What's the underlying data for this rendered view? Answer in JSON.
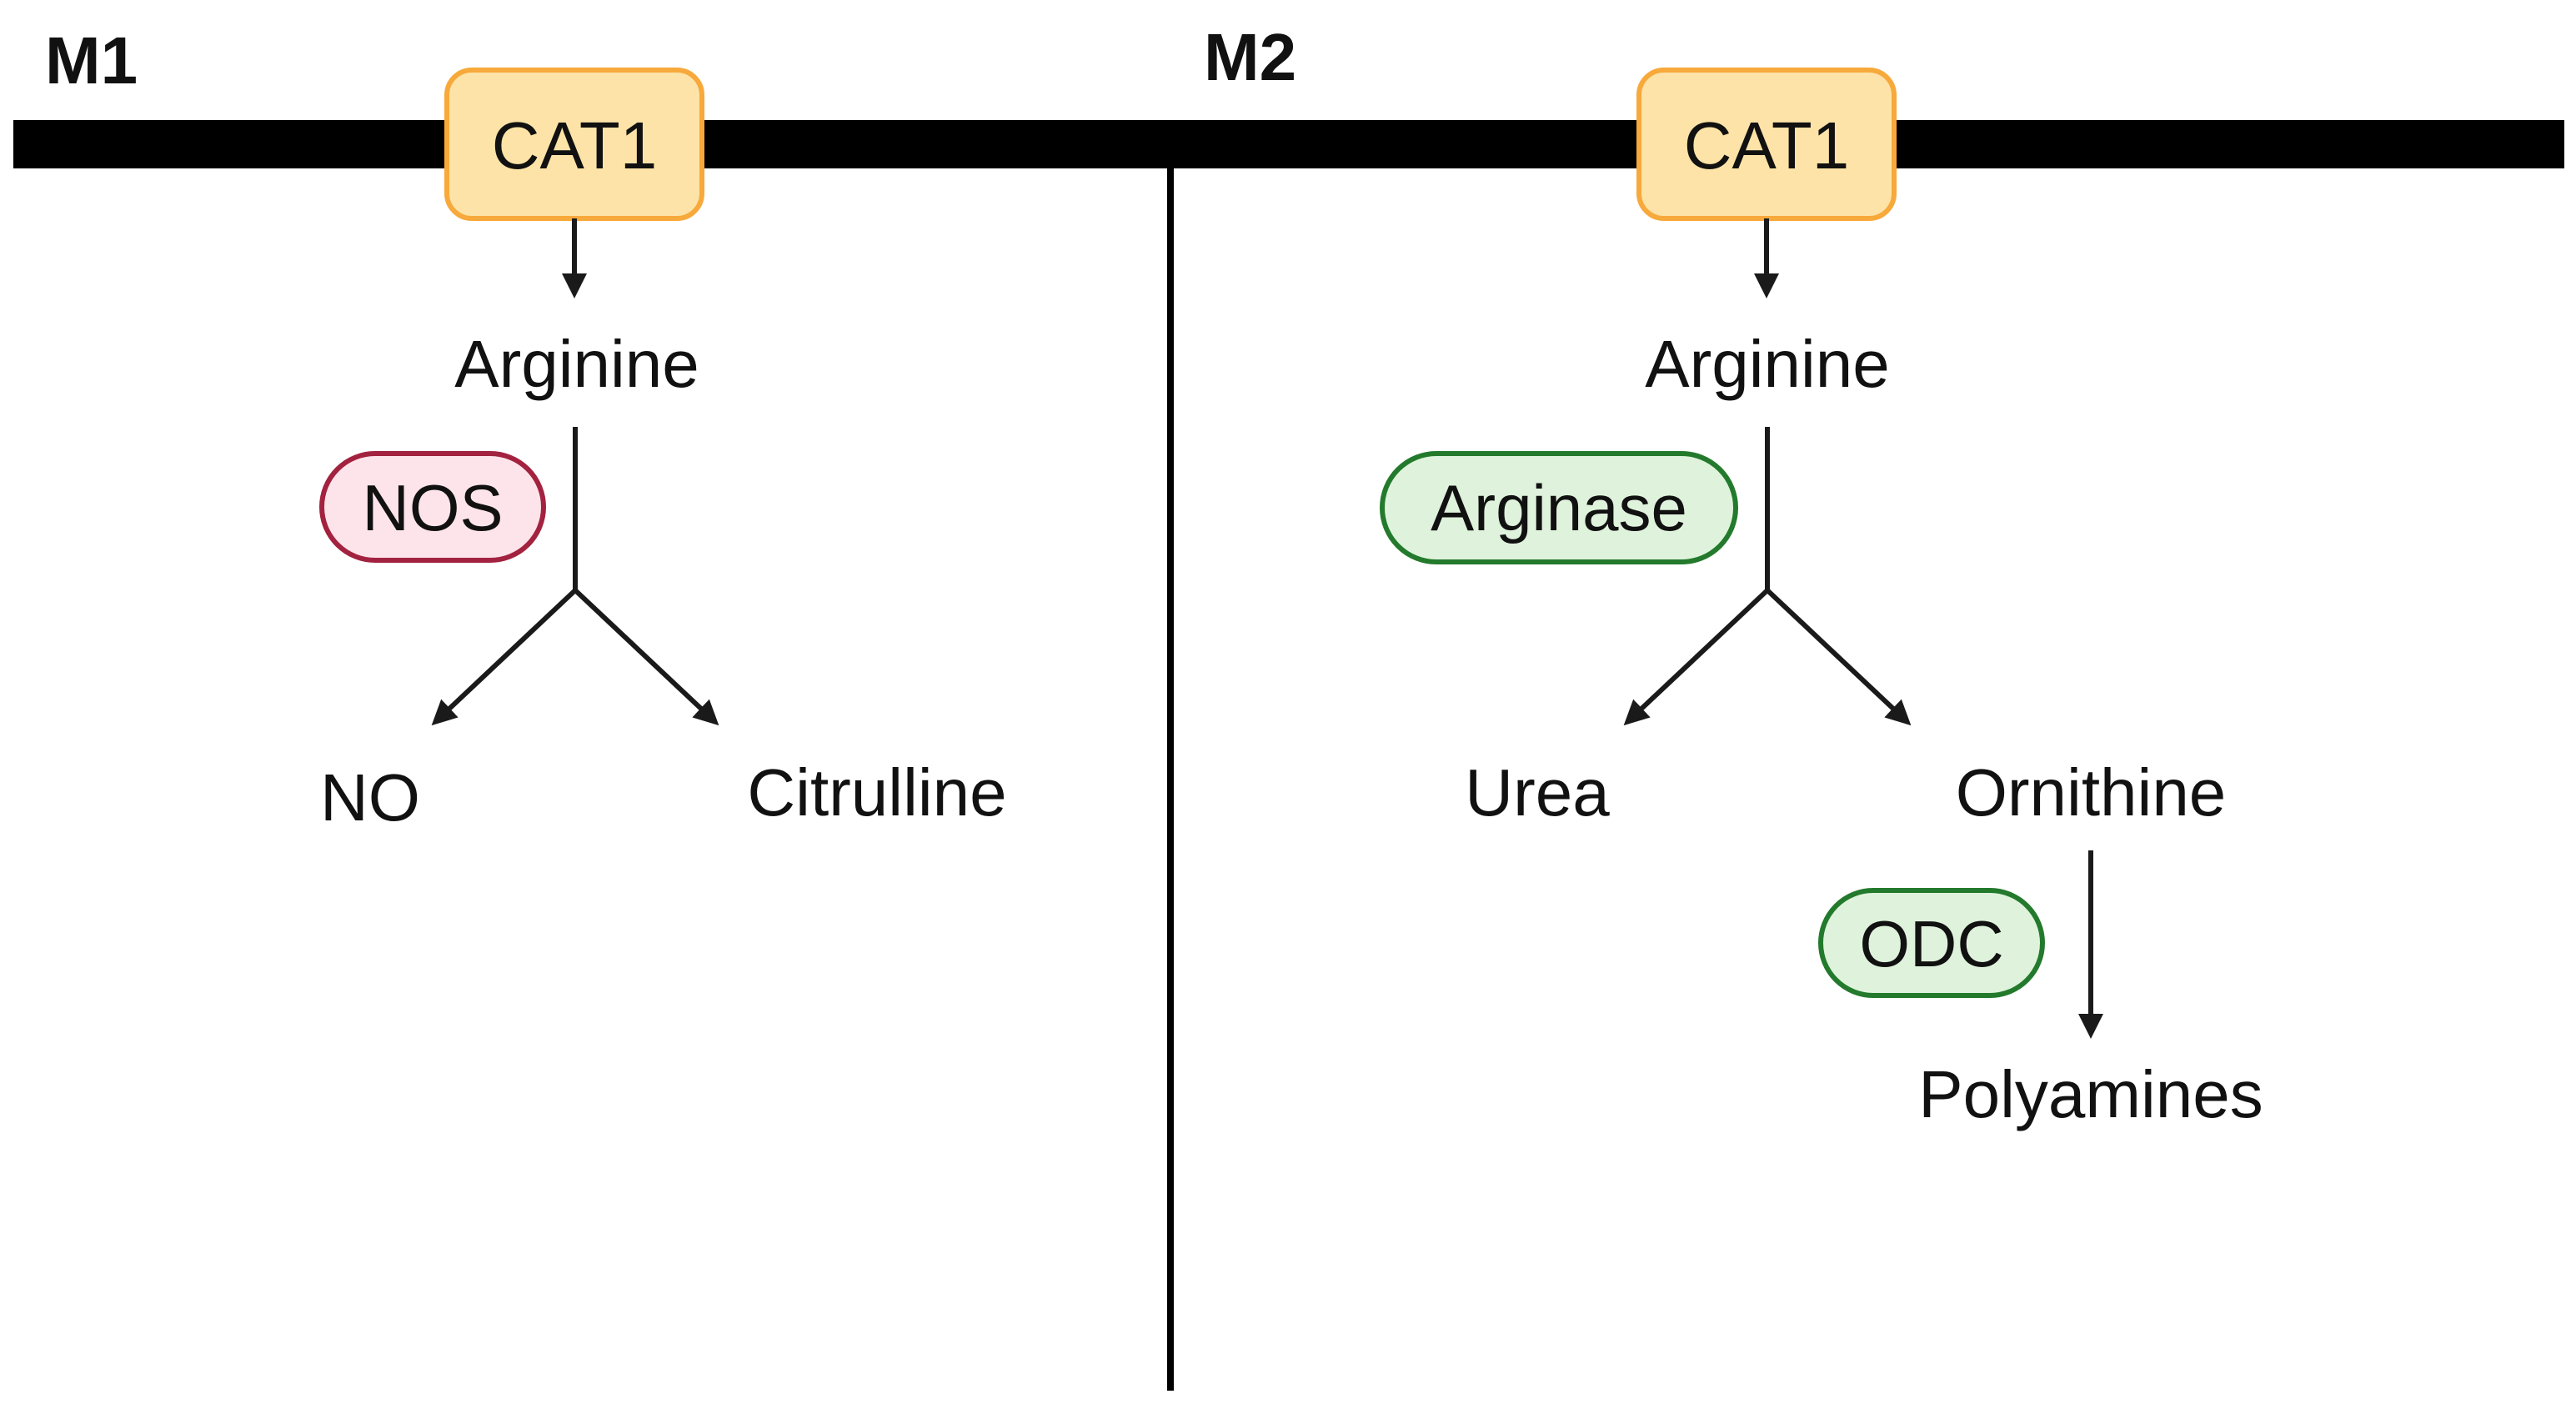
{
  "panels": [
    {
      "label": "M1",
      "transporter": "CAT1",
      "substrate": "Arginine",
      "enzyme": "NOS",
      "products": [
        "NO",
        "Citrulline"
      ]
    },
    {
      "label": "M2",
      "transporter": "CAT1",
      "substrate": "Arginine",
      "enzyme": "Arginase",
      "products": [
        "Urea",
        "Ornithine"
      ],
      "downstream_enzyme": "ODC",
      "downstream_product": "Polyamines"
    }
  ],
  "colors": {
    "membrane": "#000000",
    "transporter_fill": "#fde3a7",
    "transporter_stroke": "#f7a93b",
    "nos_fill": "#fde4ea",
    "nos_stroke": "#a2223f",
    "arginase_fill": "#dff3dc",
    "arginase_stroke": "#237a2c",
    "arrow": "#1a1a1a"
  }
}
